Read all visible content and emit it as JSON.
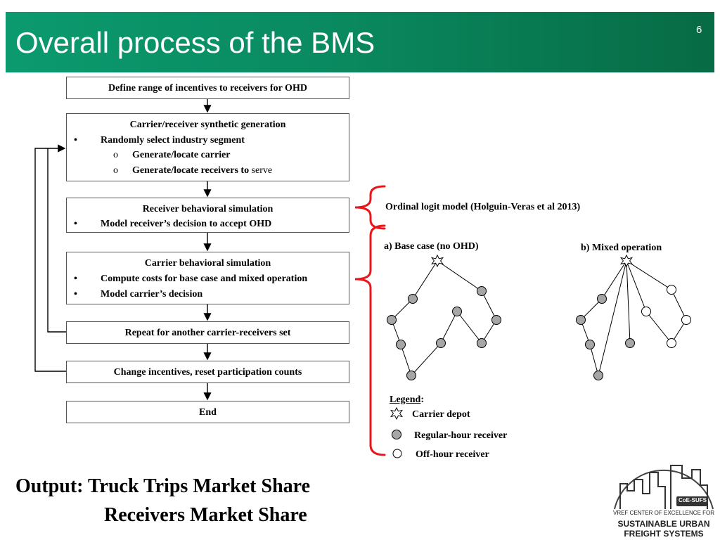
{
  "slide": {
    "title": "Overall process of the BMS",
    "number": "6"
  },
  "flow": {
    "box1": "Define range of incentives to receivers for OHD",
    "box2": {
      "title": "Carrier/receiver synthetic generation",
      "bullet_mark": "•",
      "bullet": "Randomly select industry segment",
      "sub_mark": "o",
      "sub1": "Generate/locate carrier",
      "sub2_bold": "Generate/locate receivers to",
      "sub2_plain": "serve"
    },
    "box3": {
      "title": "Receiver behavioral simulation",
      "bullet": "Model receiver’s decision to accept OHD"
    },
    "box4": {
      "title": "Carrier behavioral simulation",
      "bullet1": "Compute costs for base case and mixed operation",
      "bullet2": "Model carrier’s decision"
    },
    "box5": "Repeat for another carrier-receivers set",
    "box6": "Change incentives, reset participation counts",
    "box7": "End"
  },
  "annotations": {
    "ordinal": "Ordinal logit model (Holguin-Veras et al 2013)",
    "base_case": "a) Base case (no OHD)",
    "mixed": "b) Mixed operation"
  },
  "legend": {
    "title": "Legend",
    "colon": ":",
    "depot": "Carrier depot",
    "regular": "Regular-hour receiver",
    "offhour": "Off-hour receiver"
  },
  "output": {
    "line1": "Output: Truck Trips Market Share",
    "line2": "Receivers Market Share"
  },
  "logo": {
    "badge": "CoE-SUFS",
    "line1": "VREF CENTER OF EXCELLENCE FOR",
    "line2": "SUSTAINABLE URBAN",
    "line3": "FREIGHT SYSTEMS"
  },
  "colors": {
    "title_green": "#0a8a60",
    "bracket_red": "#e8161b",
    "regular_fill": "#a6a6a6"
  }
}
